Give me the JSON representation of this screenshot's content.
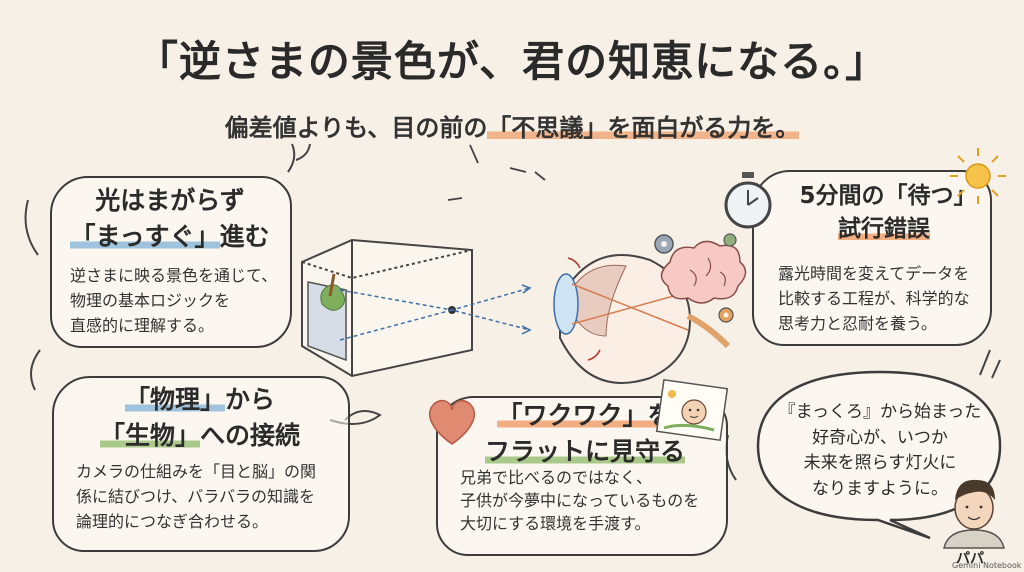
{
  "title": "「逆さまの景色が、君の知恵になる。」",
  "subtitle": {
    "prefix": "偏差値よりも、目の前の",
    "highlight": "「不思議」を面白がる力を。"
  },
  "cards": {
    "light": {
      "title_line1": "光はまがらず",
      "title_hl": "「まっすぐ」",
      "title_rest": "進む",
      "body": [
        "逆さまに映る景色を通じて、",
        "物理の基本ロジックを",
        "直感的に理解する。"
      ]
    },
    "physics": {
      "title_line1_hl": "「物理」",
      "title_line1_rest": "から",
      "title_line2_hl": "「生物」",
      "title_line2_rest": "への接続",
      "body": [
        "カメラの仕組みを「目と脳」の関",
        "係に結びつけ、バラバラの知識を",
        "論理的につなぎ合わせる。"
      ]
    },
    "wait": {
      "title_line1": "5分間の「待つ」",
      "title_line2": "試行錯誤",
      "body": [
        "露光時間を変えてデータを",
        "比較する工程が、科学的な",
        "思考力と忍耐を養う。"
      ]
    },
    "wakuwaku": {
      "title_line1": "「ワクワク」を",
      "title_line2": "フラットに見守る",
      "body": [
        "兄弟で比べるのではなく、",
        "子供が今夢中になっているものを",
        "大切にする環境を手渡す。"
      ]
    }
  },
  "bubble": [
    "『まっくろ』から始まった",
    "好奇心が、いつか",
    "未来を照らす灯火に",
    "なりますように。"
  ],
  "papa_label": "パパ",
  "brand": "Gemini Notebook"
}
